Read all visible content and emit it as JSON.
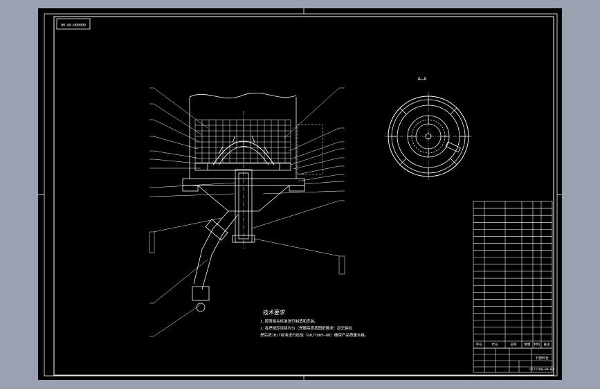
{
  "viewport": {
    "background": "#9aa2b1",
    "sheet_color": "#000000",
    "line_color": "#ffffff"
  },
  "drawing": {
    "drawing_code_stamp": "00-00-000000",
    "section_label": "A—A",
    "tech_requirements": {
      "title": "技术要求",
      "lines": [
        "1.按照相关标准进行制造和安装。",
        "2.各焊缝应连续均匀（焊脚高度按图纸要求）应无裂纹",
        "焊后按JB/T标准进行检验（GB/T985—88）确保产品质量合格。"
      ]
    },
    "parts_list": {
      "row_count": 20,
      "header": [
        "序号",
        "代号",
        "名称",
        "数量",
        "材料",
        "备注"
      ]
    },
    "title_block": {
      "product_name": "下部料仓",
      "drawing_number": "QTJ1500—00—01"
    }
  }
}
